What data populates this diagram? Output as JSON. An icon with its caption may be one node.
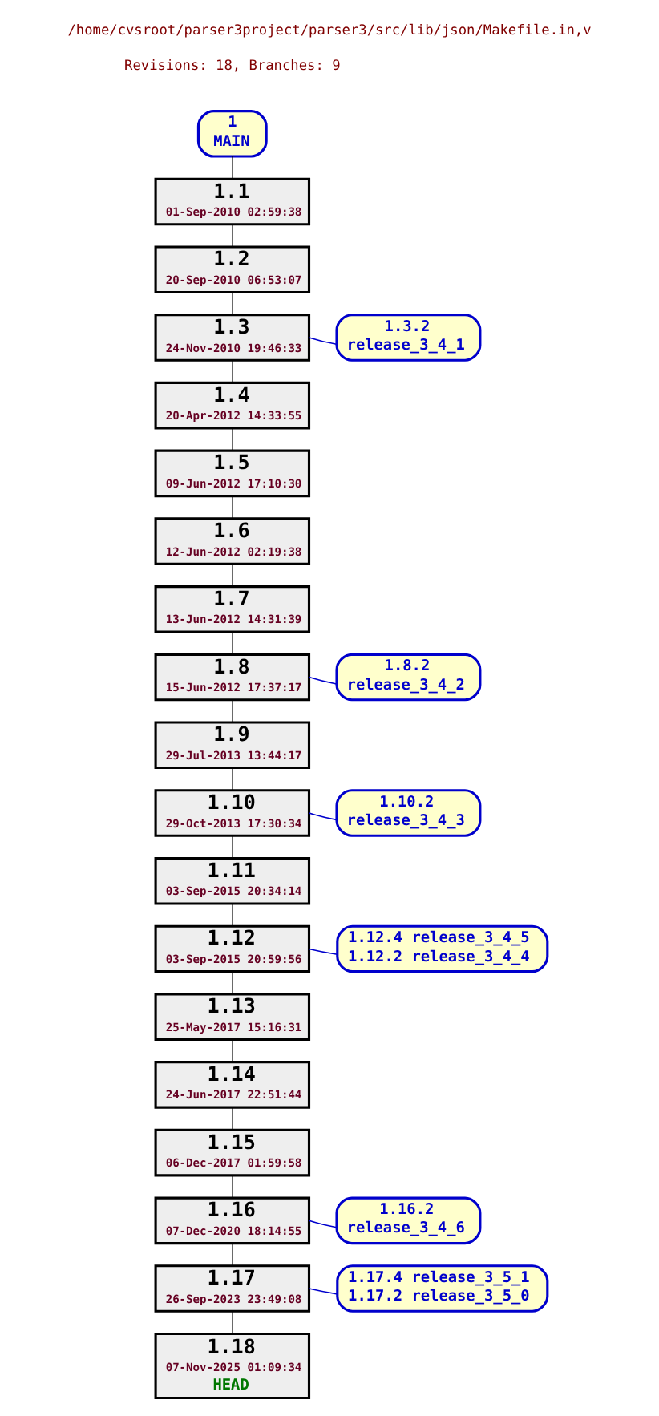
{
  "diagram": {
    "title": "/home/cvsroot/parser3project/parser3/src/lib/json/Makefile.in,v",
    "nodes": [
      {
        "text": [
          "1",
          "MAIN"
        ]
      },
      {
        "text": [
          "1.1",
          "01-Sep-2010 02:59:38"
        ]
      },
      {
        "text": [
          "1.2",
          "20-Sep-2010 06:53:07"
        ]
      },
      {
        "text": [
          "1.3",
          "24-Nov-2010 19:46:33"
        ]
      },
      {
        "text": [
          "1.3.2",
          "release_3_4_1"
        ]
      },
      {
        "text": [
          "1.4",
          "20-Apr-2012 14:33:55"
        ]
      },
      {
        "text": [
          "1.5",
          "09-Jun-2012 17:10:30"
        ]
      },
      {
        "text": [
          "1.6",
          "12-Jun-2012 02:19:38"
        ]
      },
      {
        "text": [
          "1.7",
          "13-Jun-2012 14:31:39"
        ]
      },
      {
        "text": [
          "1.8",
          "15-Jun-2012 17:37:17"
        ]
      },
      {
        "text": [
          "1.8.2",
          "release_3_4_2"
        ]
      },
      {
        "text": [
          "1.9",
          "29-Jul-2013 13:44:17"
        ]
      },
      {
        "text": [
          "1.10",
          "29-Oct-2013 17:30:34"
        ]
      },
      {
        "text": [
          "1.10.2",
          "release_3_4_3"
        ]
      },
      {
        "text": [
          "1.11",
          "03-Sep-2015 20:34:14"
        ]
      },
      {
        "text": [
          "1.12",
          "03-Sep-2015 20:59:56"
        ]
      },
      {
        "text": [
          "1.12.4 release_3_4_5",
          "1.12.2 release_3_4_4"
        ]
      },
      {
        "text": [
          "1.13",
          "25-May-2017 15:16:31"
        ]
      },
      {
        "text": [
          "1.14",
          "24-Jun-2017 22:51:44"
        ]
      },
      {
        "text": [
          "1.15",
          "06-Dec-2017 01:59:58"
        ]
      },
      {
        "text": [
          "1.16",
          "07-Dec-2020 18:14:55"
        ]
      },
      {
        "text": [
          "1.16.2",
          "release_3_4_6"
        ]
      },
      {
        "text": [
          "1.17",
          "26-Sep-2023 23:49:08"
        ]
      },
      {
        "text": [
          "1.17.4 release_3_5_1",
          "1.17.2 release_3_5_0"
        ]
      },
      {
        "text": [
          "1.18",
          "07-Nov-2025 01:09:34",
          "HEAD"
        ]
      }
    ],
    "edges": [
      {
        "from": 0,
        "to": 1,
        "arrow": "none"
      },
      {
        "from": 1,
        "to": 2,
        "arrow": "none"
      },
      {
        "from": 2,
        "to": 3,
        "arrow": "none"
      },
      {
        "from": 3,
        "to": 4,
        "arrow": "none",
        "color": "#0000cc"
      },
      {
        "from": 3,
        "to": 5,
        "arrow": "none"
      },
      {
        "from": 5,
        "to": 6,
        "arrow": "none"
      },
      {
        "from": 6,
        "to": 7,
        "arrow": "none"
      },
      {
        "from": 7,
        "to": 8,
        "arrow": "none"
      },
      {
        "from": 8,
        "to": 9,
        "arrow": "none"
      },
      {
        "from": 9,
        "to": 10,
        "arrow": "none",
        "color": "#0000cc"
      },
      {
        "from": 9,
        "to": 11,
        "arrow": "none"
      },
      {
        "from": 11,
        "to": 12,
        "arrow": "none"
      },
      {
        "from": 12,
        "to": 13,
        "arrow": "none",
        "color": "#0000cc"
      },
      {
        "from": 12,
        "to": 14,
        "arrow": "none"
      },
      {
        "from": 14,
        "to": 15,
        "arrow": "none"
      },
      {
        "from": 15,
        "to": 16,
        "arrow": "none",
        "color": "#0000cc"
      },
      {
        "from": 15,
        "to": 17,
        "arrow": "none"
      },
      {
        "from": 17,
        "to": 18,
        "arrow": "none"
      },
      {
        "from": 18,
        "to": 19,
        "arrow": "none"
      },
      {
        "from": 19,
        "to": 20,
        "arrow": "none"
      },
      {
        "from": 20,
        "to": 21,
        "arrow": "none",
        "color": "#0000cc"
      },
      {
        "from": 20,
        "to": 22,
        "arrow": "none"
      },
      {
        "from": 22,
        "to": 23,
        "arrow": "none",
        "color": "#0000cc"
      },
      {
        "from": 22,
        "to": 24,
        "arrow": "none"
      }
    ],
    "labels": [
      "Revisions: 18, Branches: 9"
    ]
  }
}
